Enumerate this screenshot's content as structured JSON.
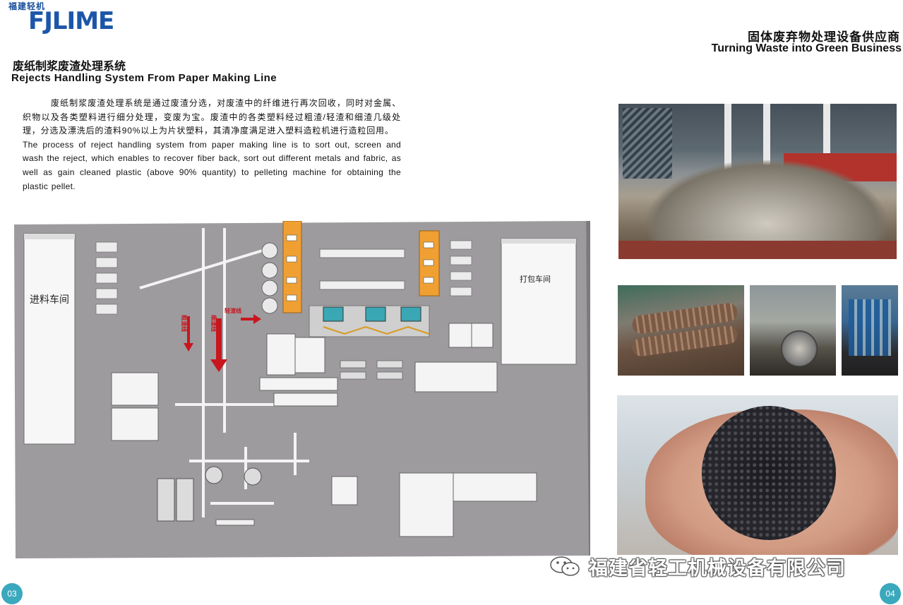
{
  "header": {
    "logo_cn": "福建轻机",
    "logo_mark": "FJLIME",
    "slogan_cn": "固体废弃物处理设备供应商",
    "slogan_en": "Turning Waste into Green Business"
  },
  "section": {
    "title_cn": "废纸制浆废渣处理系统",
    "title_en": "Rejects Handling System From Paper Making Line",
    "desc_cn": "废纸制浆废渣处理系统是通过废渣分选，对废渣中的纤维进行再次回收，同时对金属、织物以及各类塑料进行细分处理，变废为宝。废渣中的各类塑料经过粗渣/轻渣和细渣几级处理，分选及漂洗后的渣料90%以上为片状塑料，其清净度满足进入塑料造粒机进行造粒回用。",
    "desc_en": "The process of reject handling system from paper making line is to sort out, screen and wash the reject, which enables to recover fiber back, sort out different metals and fabric, as well as gain cleaned plastic (above 90% quantity) to pelleting machine for obtaining the plastic pellet."
  },
  "plant": {
    "intake_label": "进料车间",
    "baling_label": "打包车间",
    "arrow_labels": [
      "粗渣线",
      "细渣线",
      "轻渣线"
    ]
  },
  "photos": {
    "icons": [
      "waste-heap-photo",
      "screening-drum-photo",
      "crusher-photo",
      "pelletizer-photo",
      "plastic-pellets-photo"
    ]
  },
  "footer": {
    "company": "福建省轻工机械设备有限公司",
    "page_left": "03",
    "page_right": "04"
  },
  "colors": {
    "logo_blue": "#1d56a8",
    "plant_floor": "#9c9a9d",
    "equipment_orange": "#f0a033",
    "flow_arrow_red": "#c8161e",
    "page_badge": "#3aa8bd"
  }
}
